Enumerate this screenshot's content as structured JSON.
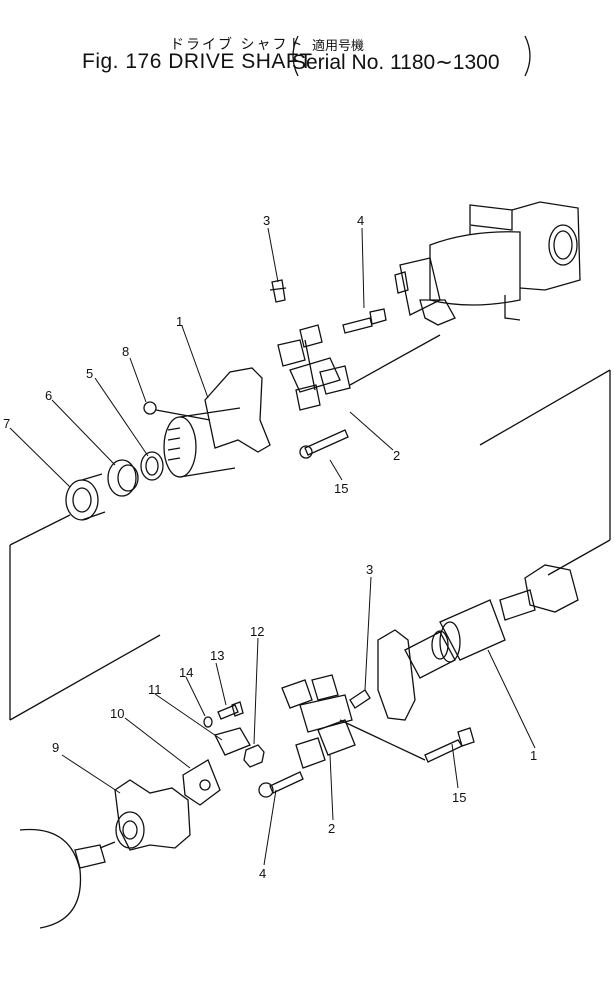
{
  "header": {
    "title_jp": "ドライブ シャフト",
    "fig_label": "Fig. 176 DRIVE SHAFT",
    "applicability_jp": "適用号機",
    "serial": "Serial No. 1180∼1300"
  },
  "callouts": {
    "c1a": "1",
    "c1b": "1",
    "c2a": "2",
    "c2b": "2",
    "c3a": "3",
    "c3b": "3",
    "c4a": "4",
    "c4b": "4",
    "c5": "5",
    "c6": "6",
    "c7": "7",
    "c8": "8",
    "c9": "9",
    "c10": "10",
    "c11": "11",
    "c12": "12",
    "c13": "13",
    "c14": "14",
    "c15a": "15",
    "c15b": "15"
  }
}
